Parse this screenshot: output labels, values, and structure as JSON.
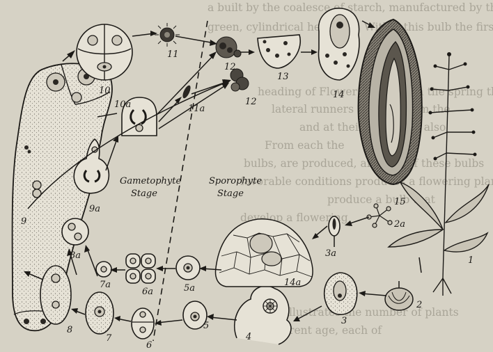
{
  "background_text": {
    "line1": "a built by the coalesce of starch, manufactured by the",
    "line2": "green, cylindrical head-leaf. Within this bulb the first",
    "line3": "... ...........  ........ ..........  ..... ...",
    "line4": "heading of Flower Bulbs. — In the spring the",
    "line5": "lateral runners develop from the",
    "line6": "and at their tips bulbs also",
    "line7": "From each the",
    "line8": "bulbs, are produced, and one of these bulbs",
    "line9": "favorable conditions produces a flowering plant",
    "line10": "produce a bulb that",
    "line11": "develop a flowering",
    "line12": "illustrates the number of plants",
    "line13": "of different age, each of"
  },
  "labels": {
    "n1": "1",
    "n2": "2",
    "n2a": "2a",
    "n3": "3",
    "n3a": "3a",
    "n4": "4",
    "n4a": "14a",
    "n5": "5",
    "n5a": "5a",
    "n6": "6",
    "n6a": "6a",
    "n7": "7",
    "n7a": "7a",
    "n8": "8",
    "n8a": "8a",
    "n9": "9",
    "n9a": "9a",
    "n10": "10",
    "n10a": "10a",
    "n11": "11",
    "n11a": "11a",
    "n12": "12",
    "n12b": "12",
    "n13": "13",
    "n14": "14",
    "n15": "15"
  },
  "stages": {
    "gametophyte": "Gametophyte",
    "gametophyte_stage": "Stage",
    "sporophyte": "Sporophyte",
    "sporophyte_stage": "Stage"
  }
}
